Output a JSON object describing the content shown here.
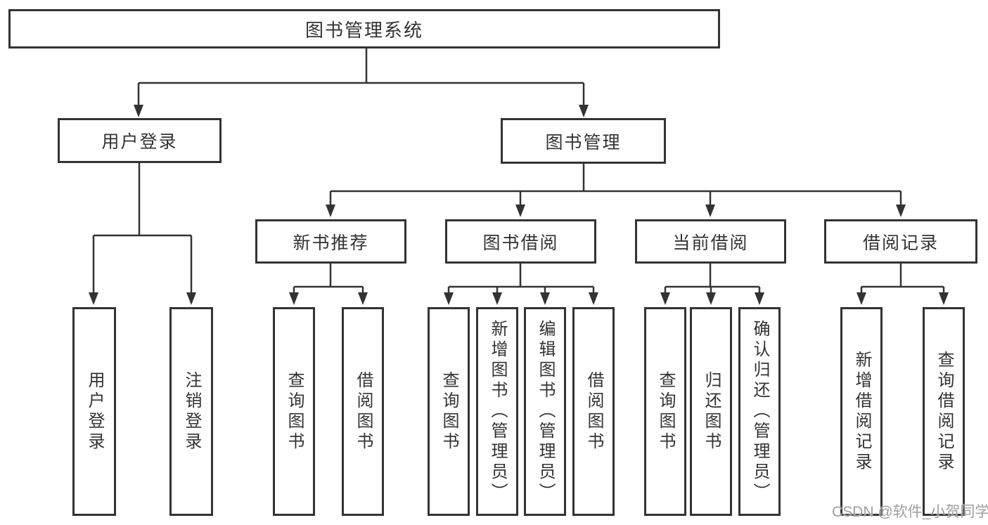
{
  "colors": {
    "line": "#333333",
    "text": "#333333",
    "background": "#ffffff",
    "watermark": "#9e9e9e"
  },
  "watermark": {
    "text": "CSDN @软件_小贺同学"
  },
  "tree": {
    "label": "图书管理系统",
    "children": [
      {
        "label": "用户登录",
        "children": [
          {
            "label": "用户登录"
          },
          {
            "label": "注销登录"
          }
        ]
      },
      {
        "label": "图书管理",
        "children": [
          {
            "label": "新书推荐",
            "children": [
              {
                "label": "查询图书"
              },
              {
                "label": "借阅图书"
              }
            ]
          },
          {
            "label": "图书借阅",
            "children": [
              {
                "label": "查询图书"
              },
              {
                "label": "新增图书（管理员）"
              },
              {
                "label": "编辑图书（管理员）"
              },
              {
                "label": "借阅图书"
              }
            ]
          },
          {
            "label": "当前借阅",
            "children": [
              {
                "label": "查询图书"
              },
              {
                "label": "归还图书"
              },
              {
                "label": "确认归还（管理员）"
              }
            ]
          },
          {
            "label": "借阅记录",
            "children": [
              {
                "label": "新增借阅记录"
              },
              {
                "label": "查询借阅记录"
              }
            ]
          }
        ]
      }
    ]
  }
}
